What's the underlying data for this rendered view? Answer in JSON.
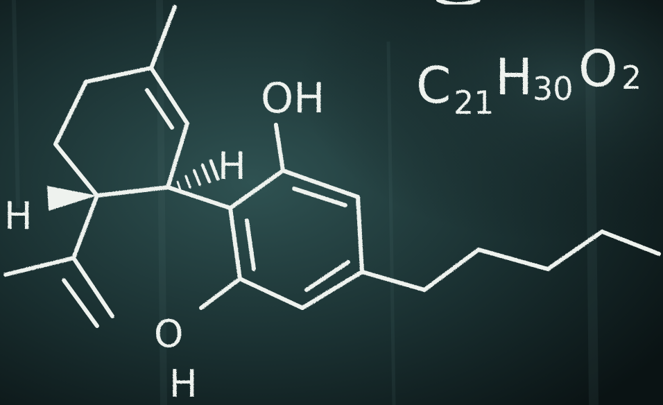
{
  "formula": {
    "element_c": "C",
    "count_c": "21",
    "element_h": "H",
    "count_h": "30",
    "element_o": "O",
    "count_o": "2"
  },
  "atom_labels": {
    "oh_top": "OH",
    "o_bottom": "O",
    "h_bottom": "H",
    "h_stereo_upper": "H",
    "h_stereo_left": "H"
  },
  "colors": {
    "chalk": "#eef2ee",
    "board_dark": "#0f1b1c",
    "board_teal": "#2a4a4b"
  }
}
